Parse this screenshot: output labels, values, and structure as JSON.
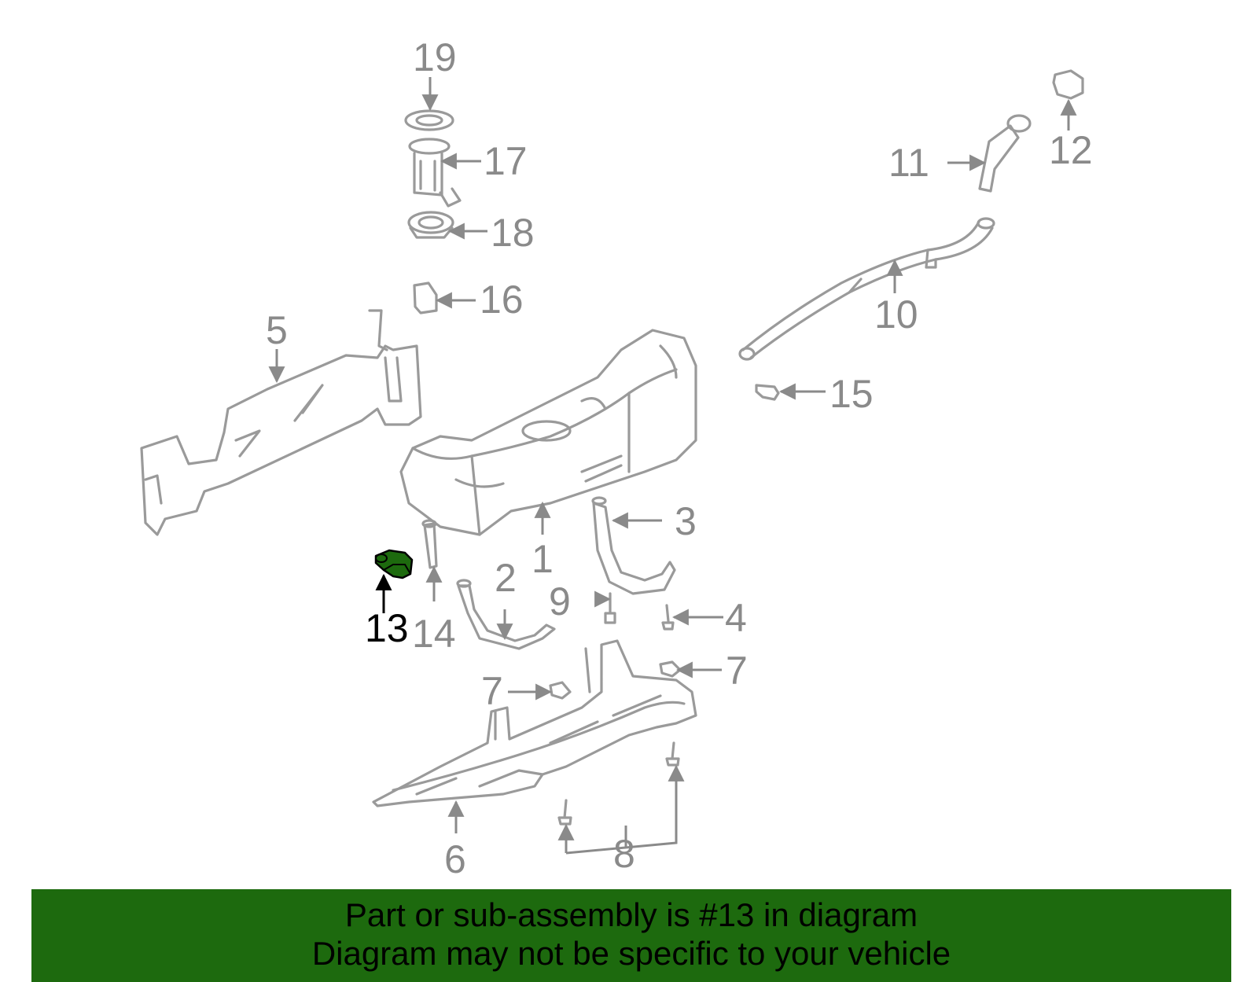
{
  "diagram": {
    "highlight_color": "#1d6a0e",
    "highlighted_part": "13",
    "callouts": {
      "c1": "1",
      "c2": "2",
      "c3": "3",
      "c4": "4",
      "c5": "5",
      "c6": "6",
      "c7a": "7",
      "c7b": "7",
      "c8": "8",
      "c9": "9",
      "c10": "10",
      "c11": "11",
      "c12": "12",
      "c13": "13",
      "c14": "14",
      "c15": "15",
      "c16": "16",
      "c17": "17",
      "c18": "18",
      "c19": "19"
    }
  },
  "banner": {
    "background": "#1d6a0e",
    "line1": "Part or sub-assembly is #13 in diagram",
    "line2": "Diagram may not be specific to your vehicle"
  }
}
